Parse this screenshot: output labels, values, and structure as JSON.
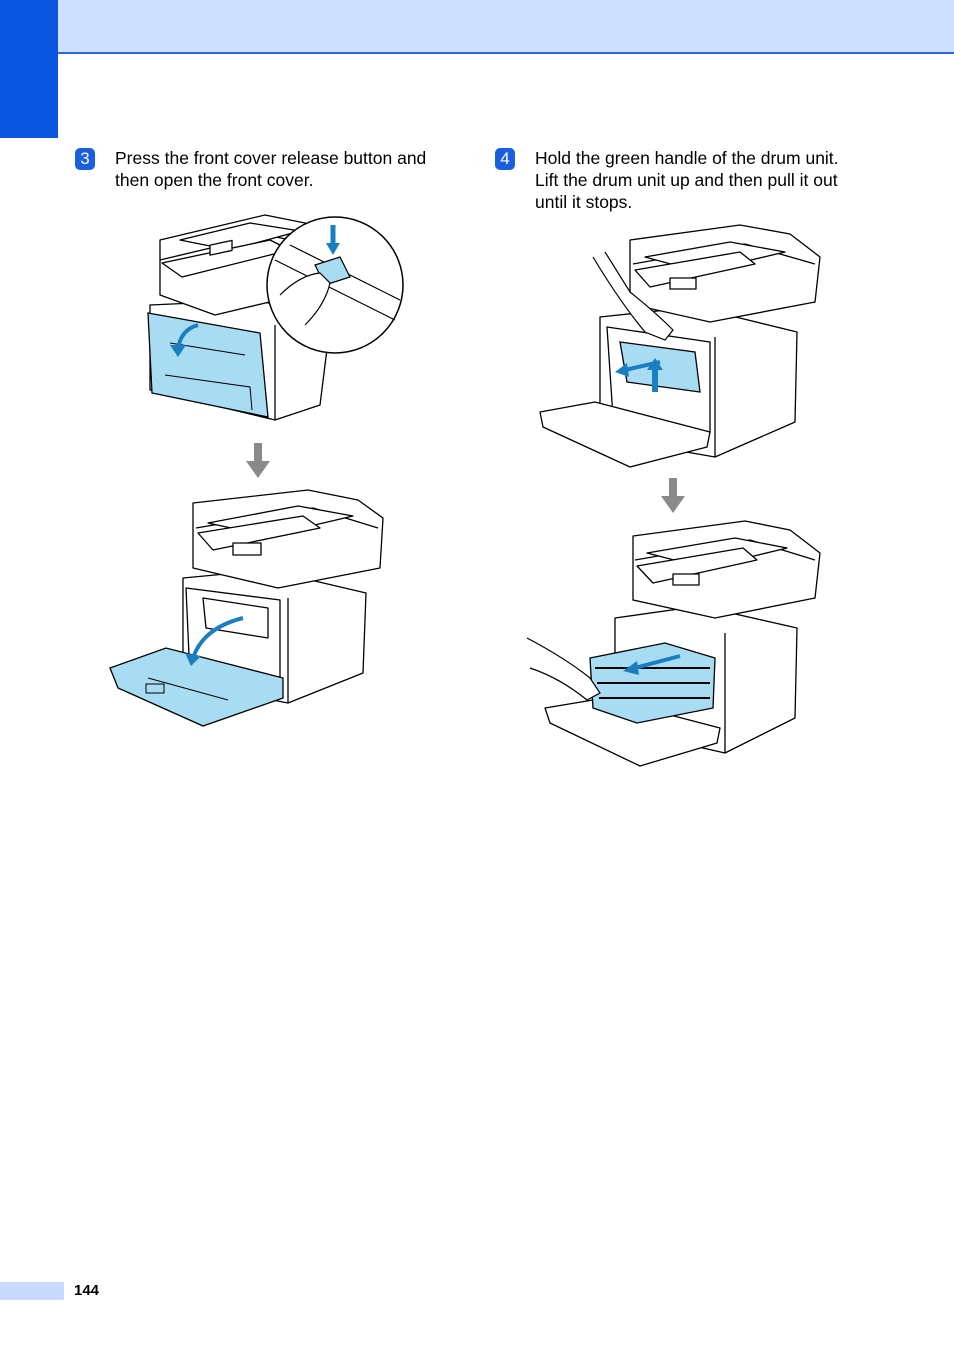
{
  "header": {
    "accent_color": "#0a56e0",
    "band_color": "#cfdfff"
  },
  "steps": [
    {
      "badge": "3",
      "text_lines": [
        "Press the front cover release button and",
        "then open the front cover."
      ],
      "illustrations": [
        "printer-with-closed-cover-pressing-release-button",
        "printer-with-front-cover-open"
      ]
    },
    {
      "badge": "4",
      "text_lines": [
        "Hold the green handle of the drum unit.",
        "Lift the drum unit up and then pull it out",
        "until it stops."
      ],
      "illustrations": [
        "printer-lifting-drum-unit-handle",
        "printer-pulling-drum-unit-out"
      ]
    }
  ],
  "footer": {
    "page_number": "144"
  },
  "colors": {
    "highlight": "#a8dcf2",
    "arrow": "#8a8a8a",
    "badge": "#1a5fe0"
  }
}
